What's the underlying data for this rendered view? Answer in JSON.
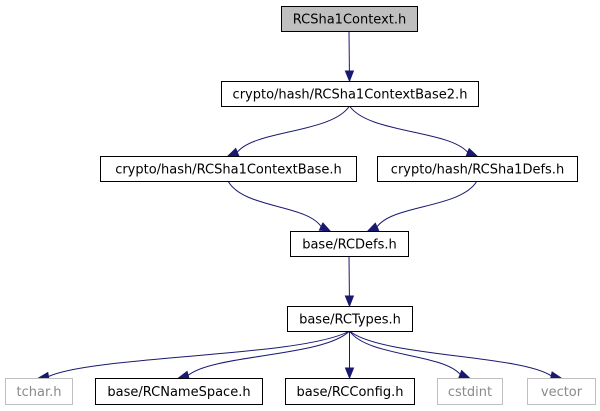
{
  "graph": {
    "nodes": [
      {
        "id": "rcsha1context",
        "label": "RCSha1Context.h",
        "kind": "root"
      },
      {
        "id": "contextbase2",
        "label": "crypto/hash/RCSha1ContextBase2.h",
        "kind": "internal"
      },
      {
        "id": "contextbase",
        "label": "crypto/hash/RCSha1ContextBase.h",
        "kind": "internal"
      },
      {
        "id": "sha1defs",
        "label": "crypto/hash/RCSha1Defs.h",
        "kind": "internal"
      },
      {
        "id": "rcdefs",
        "label": "base/RCDefs.h",
        "kind": "internal"
      },
      {
        "id": "rctypes",
        "label": "base/RCTypes.h",
        "kind": "internal"
      },
      {
        "id": "tchar",
        "label": "tchar.h",
        "kind": "external"
      },
      {
        "id": "rcnamespace",
        "label": "base/RCNameSpace.h",
        "kind": "internal"
      },
      {
        "id": "rcconfig",
        "label": "base/RCConfig.h",
        "kind": "internal"
      },
      {
        "id": "cstdint",
        "label": "cstdint",
        "kind": "external"
      },
      {
        "id": "vector",
        "label": "vector",
        "kind": "external"
      }
    ],
    "edges": [
      {
        "from": "rcsha1context",
        "to": "contextbase2"
      },
      {
        "from": "contextbase2",
        "to": "contextbase"
      },
      {
        "from": "contextbase2",
        "to": "sha1defs"
      },
      {
        "from": "contextbase",
        "to": "rcdefs"
      },
      {
        "from": "sha1defs",
        "to": "rcdefs"
      },
      {
        "from": "rcdefs",
        "to": "rctypes"
      },
      {
        "from": "rctypes",
        "to": "tchar"
      },
      {
        "from": "rctypes",
        "to": "rcnamespace"
      },
      {
        "from": "rctypes",
        "to": "rcconfig"
      },
      {
        "from": "rctypes",
        "to": "cstdint"
      },
      {
        "from": "rctypes",
        "to": "vector"
      }
    ],
    "colors": {
      "root_fill": "#bfbfbf",
      "node_fill": "#ffffff",
      "node_border": "#000000",
      "external_border": "#bfbfbf",
      "external_text": "#8a8a8a",
      "edge": "#191970"
    }
  }
}
